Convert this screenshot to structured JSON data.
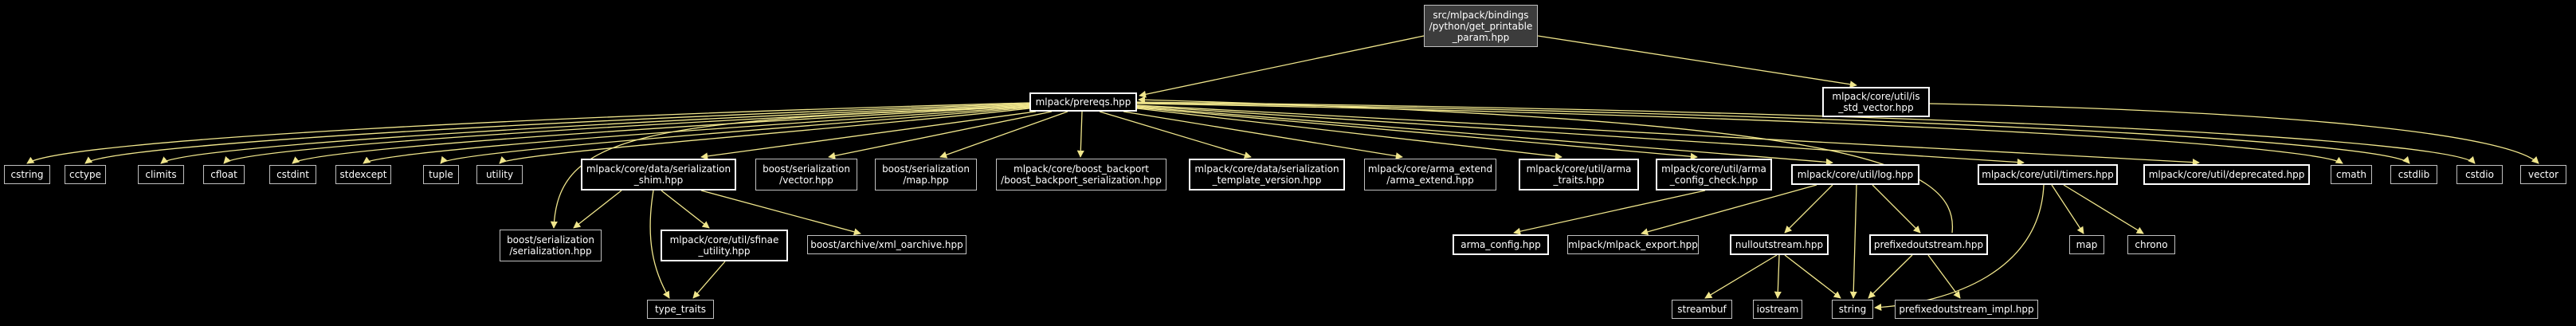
{
  "diagram": {
    "edge_color": "#f0e68c",
    "node_color": "#000000",
    "root_color": "#3c3c3c",
    "text_color": "#ffffff",
    "nodes": {
      "root": {
        "lines": [
          "src/mlpack/bindings",
          "/python/get_printable",
          "_param.hpp"
        ]
      },
      "prereqs": {
        "lines": [
          "mlpack/prereqs.hpp"
        ]
      },
      "is_std_vec": {
        "lines": [
          "mlpack/core/util/is",
          "_std_vector.hpp"
        ]
      },
      "cstring": {
        "lines": [
          "cstring"
        ]
      },
      "cctype": {
        "lines": [
          "cctype"
        ]
      },
      "climits": {
        "lines": [
          "climits"
        ]
      },
      "cfloat": {
        "lines": [
          "cfloat"
        ]
      },
      "cstdint": {
        "lines": [
          "cstdint"
        ]
      },
      "stdexcept": {
        "lines": [
          "stdexcept"
        ]
      },
      "tuple": {
        "lines": [
          "tuple"
        ]
      },
      "utility": {
        "lines": [
          "utility"
        ]
      },
      "ser_shim": {
        "lines": [
          "mlpack/core/data/serialization",
          "_shim.hpp"
        ]
      },
      "bs_vector": {
        "lines": [
          "boost/serialization",
          "/vector.hpp"
        ]
      },
      "bs_map": {
        "lines": [
          "boost/serialization",
          "/map.hpp"
        ]
      },
      "bb_ser": {
        "lines": [
          "mlpack/core/boost_backport",
          "/boost_backport_serialization.hpp"
        ]
      },
      "ser_tv": {
        "lines": [
          "mlpack/core/data/serialization",
          "_template_version.hpp"
        ]
      },
      "arma_ext": {
        "lines": [
          "mlpack/core/arma_extend",
          "/arma_extend.hpp"
        ]
      },
      "arma_traits": {
        "lines": [
          "mlpack/core/util/arma",
          "_traits.hpp"
        ]
      },
      "arma_cc": {
        "lines": [
          "mlpack/core/util/arma",
          "_config_check.hpp"
        ]
      },
      "log": {
        "lines": [
          "mlpack/core/util/log.hpp"
        ]
      },
      "timers": {
        "lines": [
          "mlpack/core/util/timers.hpp"
        ]
      },
      "deprecated": {
        "lines": [
          "mlpack/core/util/deprecated.hpp"
        ]
      },
      "cmath": {
        "lines": [
          "cmath"
        ]
      },
      "cstdlib": {
        "lines": [
          "cstdlib"
        ]
      },
      "cstdio": {
        "lines": [
          "cstdio"
        ]
      },
      "vector": {
        "lines": [
          "vector"
        ]
      },
      "bs_ser": {
        "lines": [
          "boost/serialization",
          "/serialization.hpp"
        ]
      },
      "sfinae": {
        "lines": [
          "mlpack/core/util/sfinae",
          "_utility.hpp"
        ]
      },
      "xml_oarch": {
        "lines": [
          "boost/archive/xml_oarchive.hpp"
        ]
      },
      "type_traits": {
        "lines": [
          "type_traits"
        ]
      },
      "arma_config": {
        "lines": [
          "arma_config.hpp"
        ]
      },
      "mlp_export": {
        "lines": [
          "mlpack/mlpack_export.hpp"
        ]
      },
      "nullout": {
        "lines": [
          "nulloutstream.hpp"
        ]
      },
      "prefixed": {
        "lines": [
          "prefixedoutstream.hpp"
        ]
      },
      "map": {
        "lines": [
          "map"
        ]
      },
      "chrono": {
        "lines": [
          "chrono"
        ]
      },
      "streambuf": {
        "lines": [
          "streambuf"
        ]
      },
      "iostream": {
        "lines": [
          "iostream"
        ]
      },
      "string": {
        "lines": [
          "string"
        ]
      },
      "prefixed_impl": {
        "lines": [
          "prefixedoutstream_impl.hpp"
        ]
      }
    }
  }
}
